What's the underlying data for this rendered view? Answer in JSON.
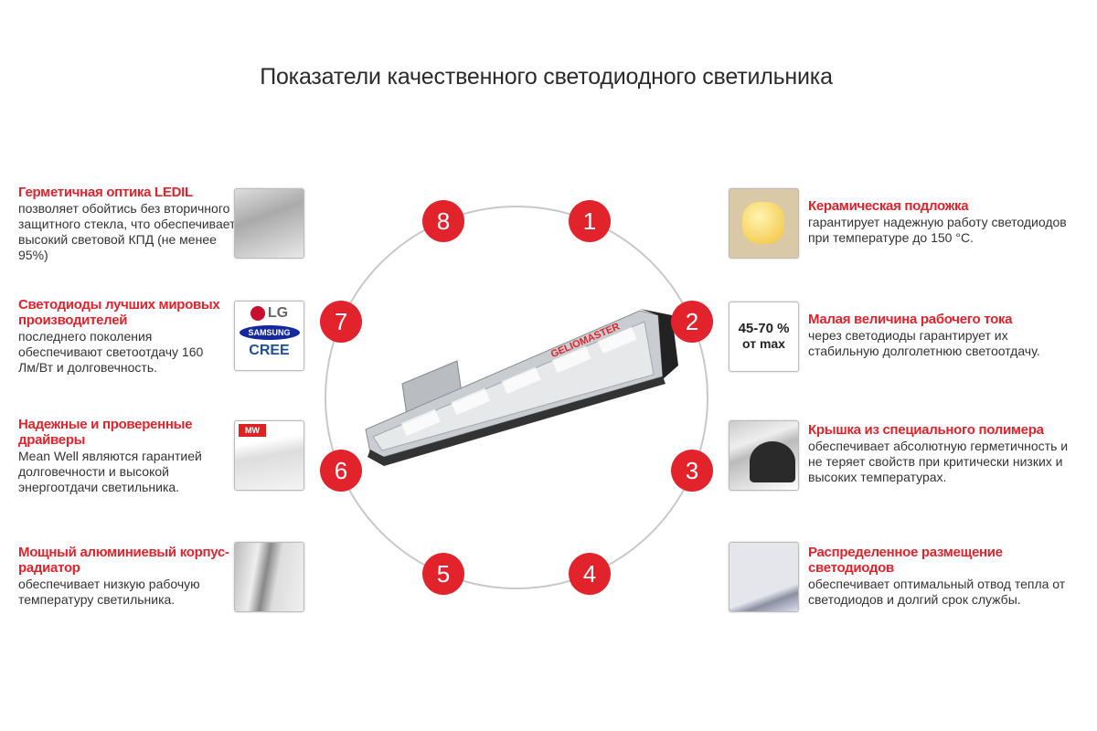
{
  "title": "Показатели качественного светодиодного светильника",
  "brand": "GELIOMASTER",
  "colors": {
    "accent": "#e3232c",
    "text": "#333333"
  },
  "numbers": [
    "1",
    "2",
    "3",
    "4",
    "5",
    "6",
    "7",
    "8"
  ],
  "left": [
    {
      "num": "8",
      "heading": "Герметичная оптика LEDIL",
      "body": "позволяет обойтись без вторичного защитного стекла, что обеспечивает высокий световой КПД (не менее 95%)"
    },
    {
      "num": "7",
      "heading": "Светодиоды лучших мировых производителей",
      "body": "последнего поколения обеспечивают светоотдачу 160 Лм/Вт и долговечность.",
      "logos": [
        "LG",
        "SAMSUNG",
        "CREE"
      ]
    },
    {
      "num": "6",
      "heading": "Надежные и проверенные драйверы",
      "body": "Mean Well являются гарантией долговечности и высокой энергоотдачи светильника.",
      "logo": "MW"
    },
    {
      "num": "5",
      "heading": "Мощный алюминиевый корпус-радиатор",
      "body": "обеспечивает низкую рабочую температуру светильника."
    }
  ],
  "right": [
    {
      "num": "1",
      "heading": "Керамическая подложка",
      "body": "гарантирует надежную работу светодиодов при температуре до 150 °С."
    },
    {
      "num": "2",
      "heading": "Малая величина рабочего тока",
      "body": "через светодиоды гарантирует их стабильную долголетнюю светоотдачу.",
      "badge_line1": "45-70 %",
      "badge_line2": "от max"
    },
    {
      "num": "3",
      "heading": "Крышка из специального полимера",
      "body": "обеспечивает абсолютную герметичность и не теряет свойств при критически низких и высоких температурах."
    },
    {
      "num": "4",
      "heading": "Распределенное размещение светодиодов",
      "body": "обеспечивает оптимальный отвод тепла от светодиодов и долгий срок службы."
    }
  ]
}
